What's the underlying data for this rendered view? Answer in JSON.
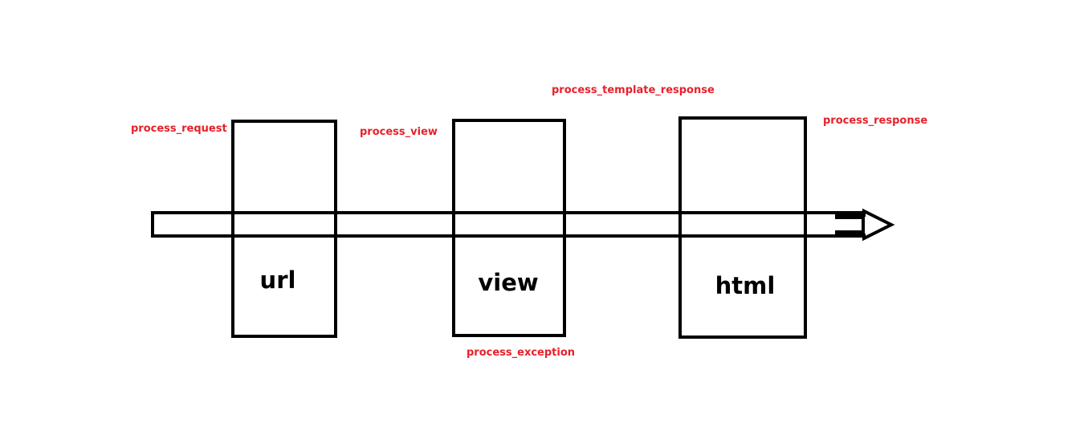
{
  "diagram": {
    "stages": [
      {
        "label": "url"
      },
      {
        "label": "view"
      },
      {
        "label": "html"
      }
    ],
    "hooks": {
      "process_request": "process_request",
      "process_view": "process_view",
      "process_template_response": "process_template_response",
      "process_response": "process_response",
      "process_exception": "process_exception"
    },
    "colors": {
      "hook_text": "#e8202a",
      "stroke": "#000000",
      "background": "#ffffff"
    }
  }
}
